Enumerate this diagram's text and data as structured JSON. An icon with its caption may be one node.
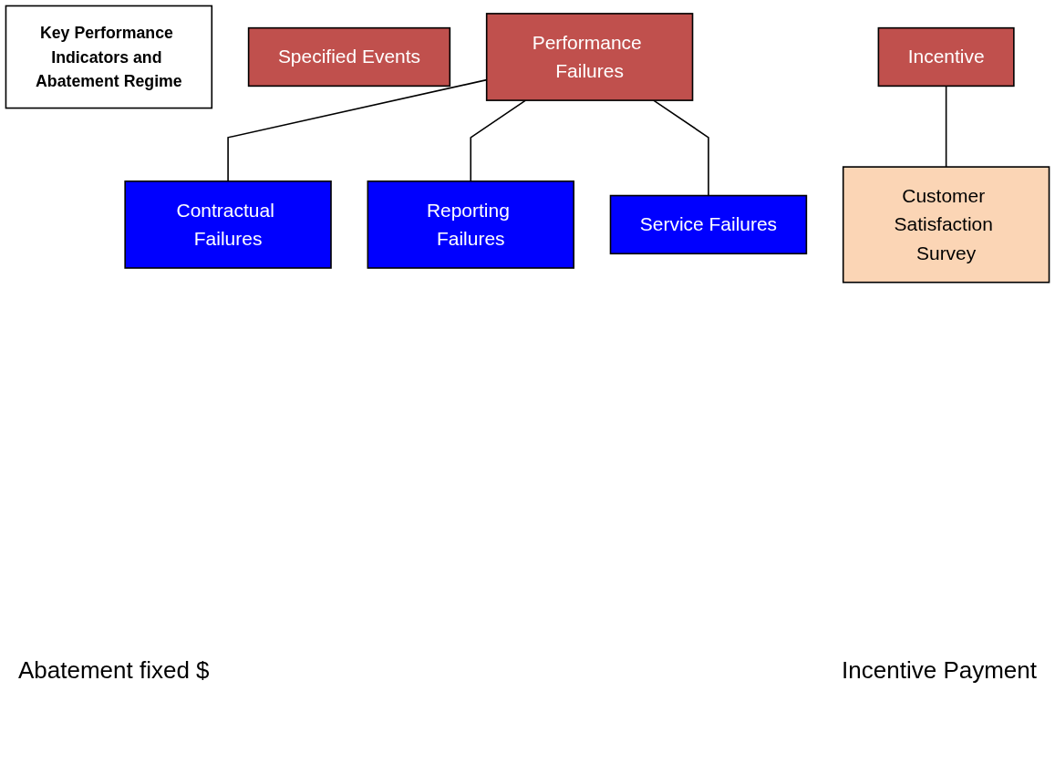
{
  "diagram": {
    "nodes": [
      {
        "text": [
          "Key Performance Indicators and Abatement Regime"
        ]
      },
      {
        "text": [
          "Specified Events"
        ]
      },
      {
        "text": [
          "Performance Failures"
        ]
      },
      {
        "text": [
          "Incentive"
        ]
      },
      {
        "text": [
          "Customer Satisfaction Survey"
        ]
      },
      {
        "text": [
          "Contractual Failures"
        ]
      },
      {
        "text": [
          "Reporting Failures"
        ]
      },
      {
        "text": [
          "Service Failures"
        ]
      }
    ],
    "edges": [
      {
        "from": 2,
        "to": 5,
        "arrow": "none"
      },
      {
        "from": 2,
        "to": 6,
        "arrow": "none"
      },
      {
        "from": 2,
        "to": 7,
        "arrow": "none"
      },
      {
        "from": 3,
        "to": 4,
        "arrow": "none"
      }
    ],
    "labels": [
      "Abatement fixed $",
      "Incentive Payment"
    ]
  }
}
